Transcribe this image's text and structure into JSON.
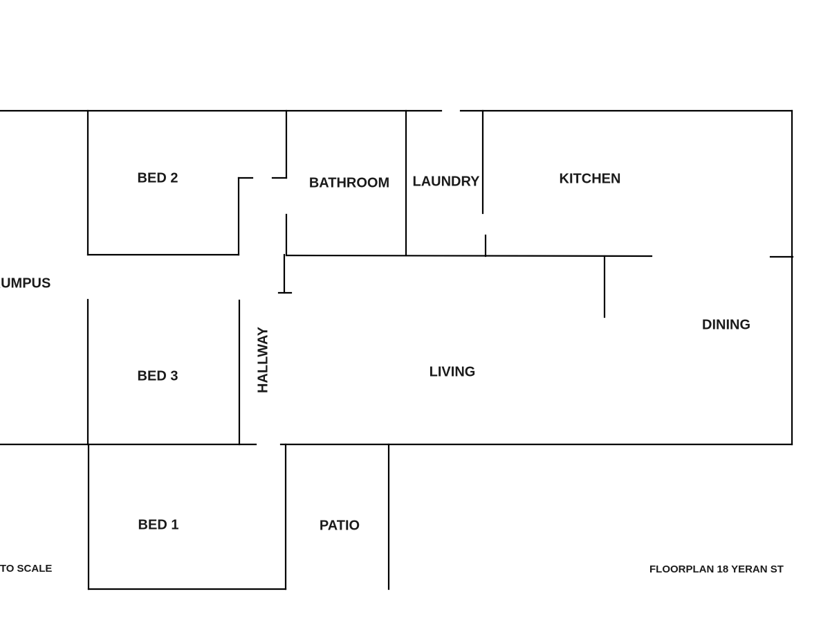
{
  "plan": {
    "rooms": {
      "bed2": "BED 2",
      "bathroom": "BATHROOM",
      "laundry": "LAUNDRY",
      "kitchen": "KITCHEN",
      "rumpus": "RUMPUS",
      "dining": "DINING",
      "bed3": "BED 3",
      "hallway": "HALLWAY",
      "living": "LIVING",
      "bed1": "BED 1",
      "patio": "PATIO"
    },
    "notes": {
      "scale": "NOT TO SCALE",
      "title": "FLOORPLAN 18 YERAN ST"
    },
    "line_color": "#000000"
  }
}
